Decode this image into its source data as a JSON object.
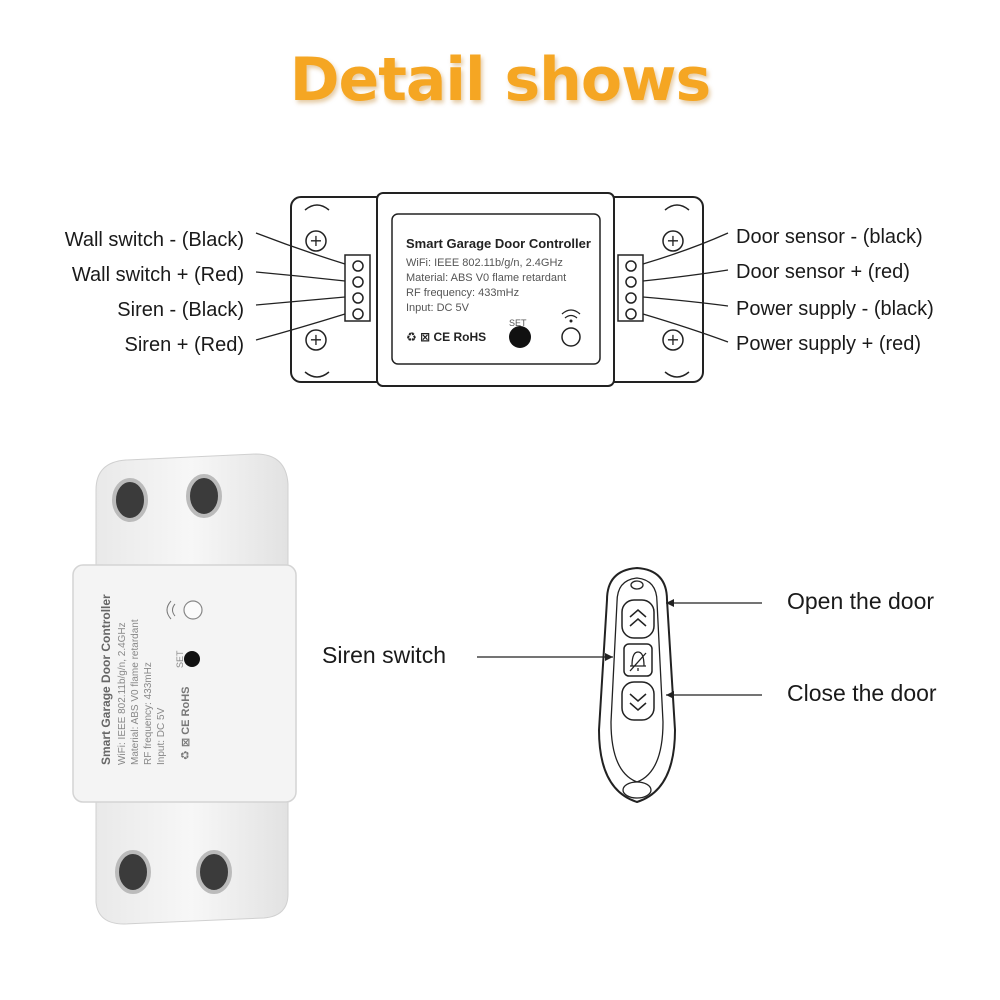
{
  "title": "Detail shows",
  "left_labels": [
    "Wall switch - (Black)",
    "Wall switch + (Red)",
    "Siren - (Black)",
    "Siren + (Red)"
  ],
  "right_labels": [
    "Door sensor - (black)",
    "Door sensor + (red)",
    "Power supply - (black)",
    "Power supply + (red)"
  ],
  "device": {
    "title": "Smart Garage Door Controller",
    "specs": [
      "WiFi: IEEE 802.11b/g/n, 2.4GHz",
      "Material: ABS V0 flame retardant",
      "RF frequency: 433mHz",
      "Input: DC 5V"
    ],
    "set_label": "SET",
    "marks": "♻ ⊠ CE RoHS"
  },
  "remote_labels": {
    "open": "Open the door",
    "close": "Close the door",
    "siren": "Siren switch"
  }
}
